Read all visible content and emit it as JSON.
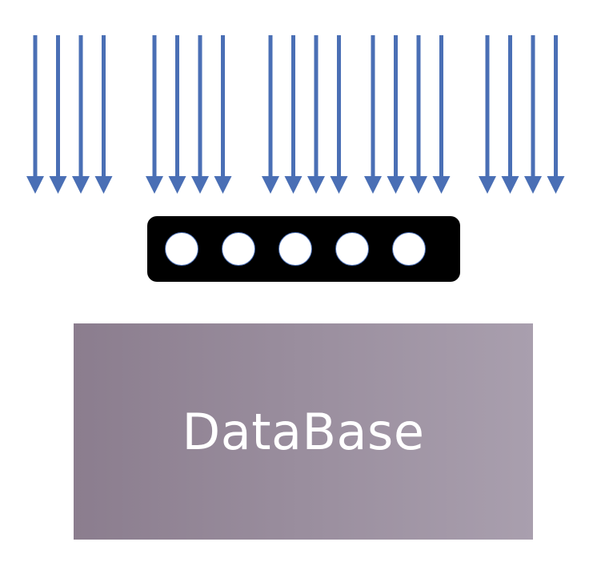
{
  "request_groups": [
    {
      "arrows": 4
    },
    {
      "arrows": 4
    },
    {
      "arrows": 4
    },
    {
      "arrows": 4
    },
    {
      "arrows": 4
    }
  ],
  "pool": {
    "slots": 5,
    "slot_color": "#ffffff",
    "color": "#000000"
  },
  "database": {
    "label": "DataBase"
  },
  "colors": {
    "arrow": "#4a6fb5",
    "database_gradient_start": "#8b7d8e",
    "database_gradient_end": "#a99fae"
  }
}
